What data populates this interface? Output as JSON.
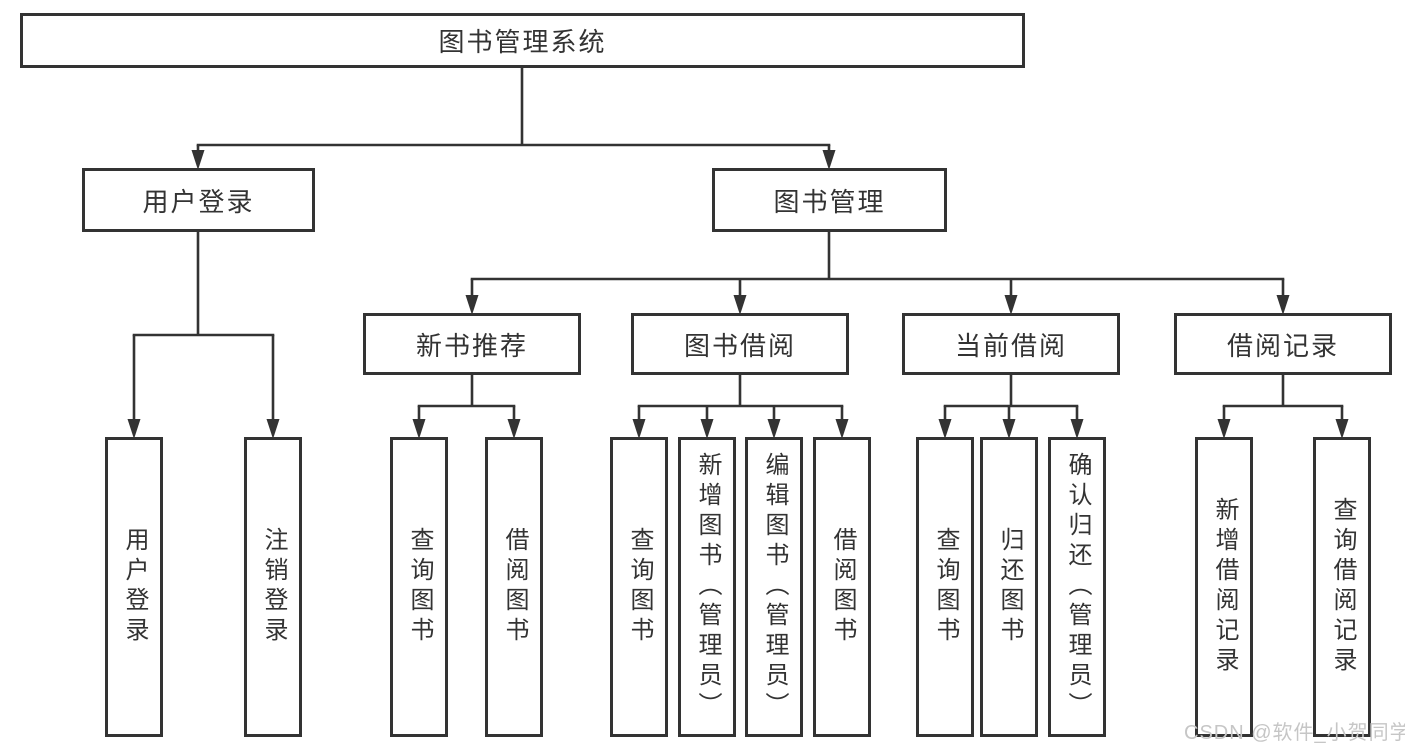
{
  "diagram": {
    "root": "图书管理系统",
    "branches": [
      {
        "label": "用户登录",
        "leaves": [
          "用户登录",
          "注销登录"
        ]
      },
      {
        "label": "图书管理",
        "sections": [
          {
            "label": "新书推荐",
            "leaves": [
              "查询图书",
              "借阅图书"
            ]
          },
          {
            "label": "图书借阅",
            "leaves": [
              "查询图书",
              "新增图书（管理员）",
              "编辑图书（管理员）",
              "借阅图书"
            ]
          },
          {
            "label": "当前借阅",
            "leaves": [
              "查询图书",
              "归还图书",
              "确认归还（管理员）"
            ]
          },
          {
            "label": "借阅记录",
            "leaves": [
              "新增借阅记录",
              "查询借阅记录"
            ]
          }
        ]
      }
    ]
  },
  "watermark": "CSDN @软件_小贺同学",
  "colors": {
    "line": "#333333",
    "text": "#333333",
    "watermark": "#c6c6c6"
  }
}
